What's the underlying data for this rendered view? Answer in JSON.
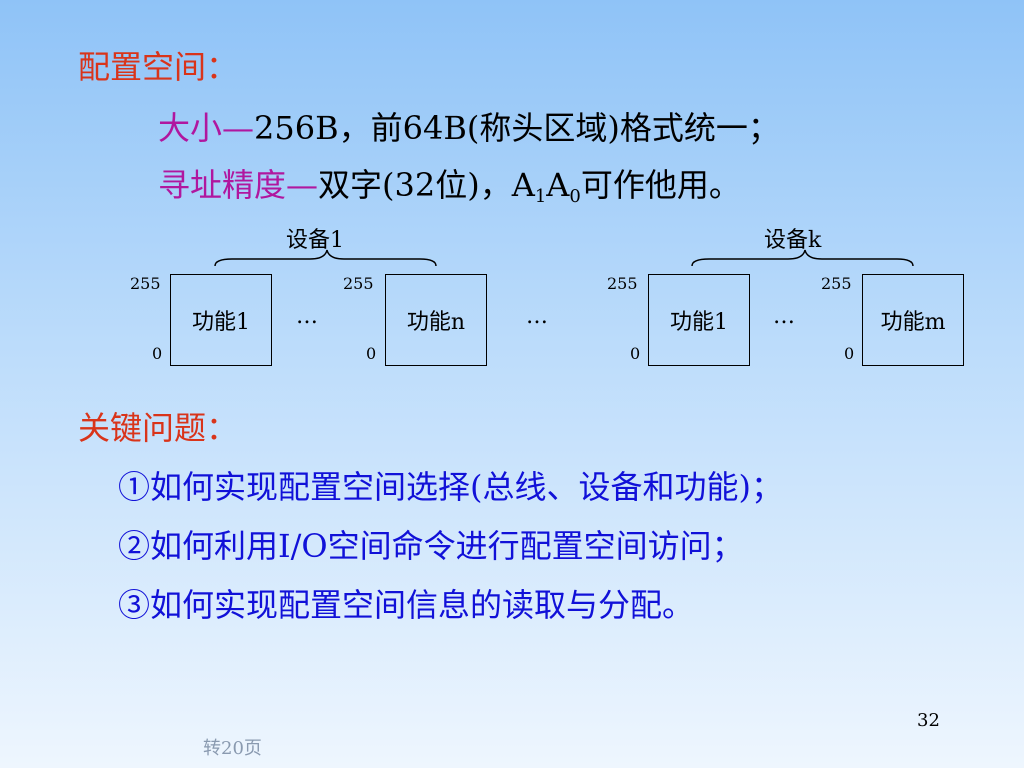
{
  "heading1": "配置空间：",
  "line1": {
    "label": "大小—",
    "text": "256B，前64B(称头区域)格式统一；"
  },
  "line2": {
    "label": "寻址精度—",
    "text": "双字(32位)，",
    "a": "A",
    "sub1": "1",
    "a2": "A",
    "sub0": "0",
    "rest": "可作他用。"
  },
  "diagram": {
    "devices": [
      "设备1",
      "设备k"
    ],
    "functions": [
      "功能1",
      "功能n",
      "功能1",
      "功能m"
    ],
    "top_label": "255",
    "bottom_label": "0",
    "ellipsis": "…"
  },
  "heading2": "关键问题：",
  "questions": [
    "①如何实现配置空间选择(总线、设备和功能)；",
    "②如何利用I/O空间命令进行配置空间访问；",
    "③如何实现配置空间信息的读取与分配。"
  ],
  "page_number": "32",
  "jump_link": "转20页",
  "colors": {
    "heading": "#d9341a",
    "label": "#b0179f",
    "question": "#1111d8"
  }
}
